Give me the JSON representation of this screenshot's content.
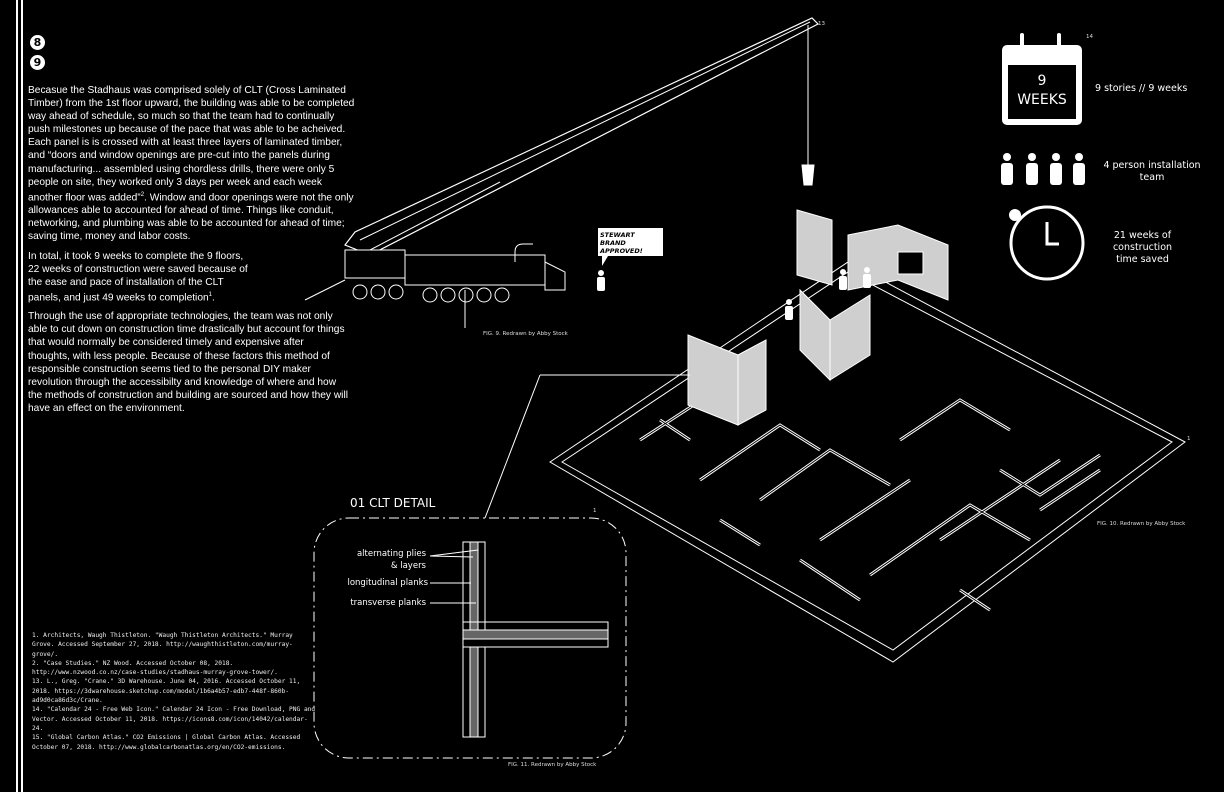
{
  "markers": [
    "8",
    "9"
  ],
  "paragraphs": [
    "Becasue the Stadhaus was comprised solely of CLT (Cross Laminated Timber) from the 1st floor upward, the building was able to be completed way ahead of schedule, so much so that the team had to continually push milestones up because of the pace that was able to be acheived. Each panel is is crossed with at least three layers of laminated timber, and “doors and window openings are pre-cut into the panels during manufacturing... assembled using chordless drills, there were only 5 people on site, they worked only 3 days per week and each week another floor was added”",
    "2",
    ". Window and door openings were not the only allowances able to accounted for ahead of time. Things like conduit, networking, and plumbing was able to be accounted for ahead of time; saving time, money and labor costs.",
    "In total, it took 9 weeks to complete the 9 floors, 22  weeks of construction were saved because of the ease and pace of installation of the CLT panels, and just 49 weeks to completion",
    "1",
    "Through the use of appropriate technologies, the team was not only able to cut down on construction time drastically but account for things that would normally be considered timely and expensive after thoughts, with less people. Because of these factors this method of responsible construction seems tied to the personal DIY maker revolution through the accessibilty and knowledge of where and how the methods of construction and building are sourced and how they will have an effect on the environment."
  ],
  "footnotes": [
    "1. Architects, Waugh Thistleton. \"Waugh Thistleton Architects.\" Murray Grove. Accessed September 27, 2018. http://waughthistleton.com/murray-grove/.",
    "2. \"Case Studies.\" NZ Wood. Accessed October 08, 2018. http://www.nzwood.co.nz/case-studies/stadhaus-murray-grove-tower/.",
    "13. L., Greg. \"Crane.\" 3D Warehouse. June 04, 2016. Accessed October 11, 2018. https://3dwarehouse.sketchup.com/model/1b6a4b57-edb7-448f-860b-ad9d0ca86d3c/Crane.",
    "14. \"Calendar 24 - Free Web Icon.\" Calendar 24 Icon - Free Download, PNG and Vector. Accessed October 11, 2018. https://icons8.com/icon/14042/calendar-24.",
    "15. \"Global Carbon Atlas.\" CO2 Emissions | Global Carbon Atlas. Accessed October 07, 2018. http://www.globalcarbonatlas.org/en/CO2-emissions."
  ],
  "figures": {
    "fig9": "FIG. 9. Redrawn by Abby Stock",
    "fig10": "FIG. 10. Redrawn by Abby Stock",
    "fig11": "FIG. 11. Redrawn by Abby Stock",
    "ref13": "13",
    "ref1a": "1",
    "ref1b": "1",
    "ref14": "14"
  },
  "bubble": "STEWART BRAND APPROVED!",
  "detail": {
    "title": "01 CLT DETAIL",
    "labels": [
      "alternating plies",
      "& layers",
      "longitudinal planks",
      "transverse planks"
    ]
  },
  "stats": {
    "calendar_num": "9",
    "calendar_unit": "WEEKS",
    "calendar_text": "9 stories // 9 weeks",
    "team_text_1": "4 person installation",
    "team_text_2": "team",
    "clock_text_1": "21 weeks of",
    "clock_text_2": "construction",
    "clock_text_3": "time saved"
  }
}
